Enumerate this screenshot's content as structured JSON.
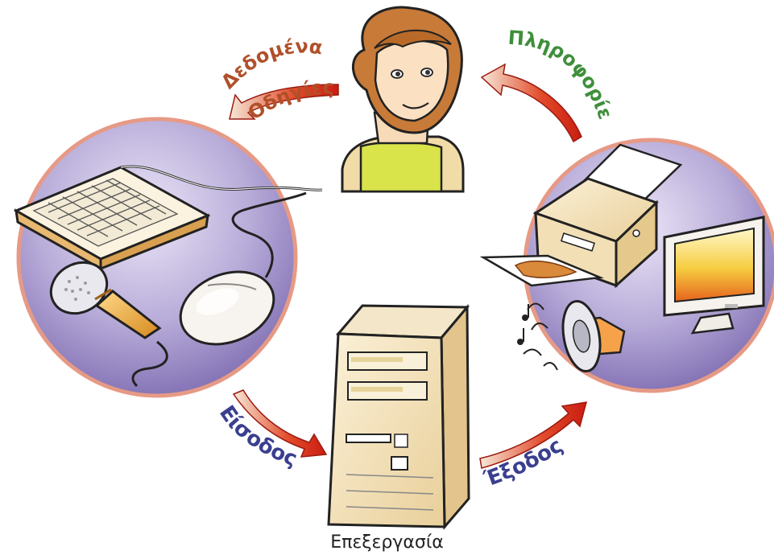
{
  "labels": {
    "dedomena": "Δεδομένα",
    "odigies": "Οδηγίες",
    "plirofories": "Πληροφορίες",
    "eisodos": "Είσοδος",
    "exodos": "Έξοδος",
    "epexergasia": "Επεξεργασία"
  },
  "colors": {
    "dedomena": "#b0502a",
    "odigies": "#b0502a",
    "plirofories": "#3e8f3a",
    "eisodos": "#3a3f8f",
    "exodos": "#3a3f8f",
    "arrow": "#d83a1e",
    "circle_fill": "#a99bd0",
    "circle_ring": "#e6a08c"
  }
}
